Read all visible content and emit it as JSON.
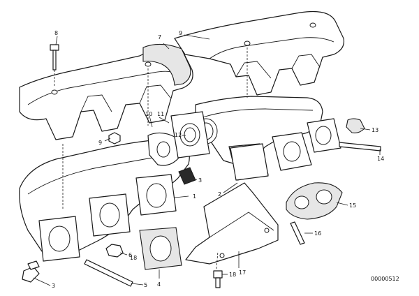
{
  "callouts": {
    "c1": "1",
    "c2": "2",
    "c3": "3",
    "c4": "4",
    "c5": "5",
    "c6": "6",
    "c7": "7",
    "c8": "8",
    "c9": "9",
    "c10": "10",
    "c11": "11",
    "c12": "12",
    "c13": "13",
    "c14": "14",
    "c15": "15",
    "c16": "16",
    "c17": "17",
    "c18a": "18",
    "c18b": "18"
  },
  "drawing_code": "00000512"
}
